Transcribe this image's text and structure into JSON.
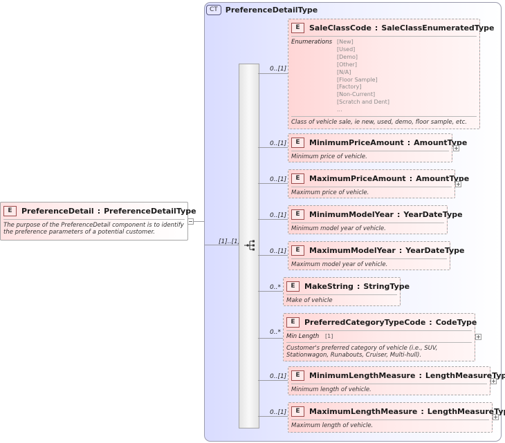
{
  "complex_type": {
    "badge": "CT",
    "name": "PreferenceDetailType"
  },
  "root": {
    "badge": "E",
    "name": "PreferenceDetail",
    "separator": ":",
    "type": "PreferenceDetailType",
    "description": "The purpose of the PreferenceDetail component is to identify the preference parameters of a potential customer.",
    "sequence_multiplicity": "[1]..[1]"
  },
  "elements": [
    {
      "badge": "E",
      "name": "SaleClassCode",
      "type": "SaleClassEnumeratedType",
      "multiplicity": "0..[1]",
      "facet_label": "Enumerations",
      "enumerations": [
        "[New]",
        "[Used]",
        "[Demo]",
        "[Other]",
        "[N/A]",
        "[Floor Sample]",
        "[Factory]",
        "[Non-Current]",
        "[Scratch and Dent]",
        "..."
      ],
      "description": "Class of vehicle sale, ie new, used, demo, floor sample, etc."
    },
    {
      "badge": "E",
      "name": "MinimumPriceAmount",
      "type": "AmountType",
      "multiplicity": "0..[1]",
      "description": "Minimum price of vehicle."
    },
    {
      "badge": "E",
      "name": "MaximumPriceAmount",
      "type": "AmountType",
      "multiplicity": "0..[1]",
      "description": "Maximum price of vehicle."
    },
    {
      "badge": "E",
      "name": "MinimumModelYear",
      "type": "YearDateType",
      "multiplicity": "0..[1]",
      "description": "Minimum model year of vehicle."
    },
    {
      "badge": "E",
      "name": "MaximumModelYear",
      "type": "YearDateType",
      "multiplicity": "0..[1]",
      "description": "Maximum model year of vehicle."
    },
    {
      "badge": "E",
      "name": "MakeString",
      "type": "StringType",
      "multiplicity": "0..*",
      "description": "Make of vehicle"
    },
    {
      "badge": "E",
      "name": "PreferredCategoryTypeCode",
      "type": "CodeType",
      "multiplicity": "0..*",
      "facet_label": "Min Length",
      "facet_value": "[1]",
      "description": "Customer's preferred category of vehicle (i.e., SUV, Stationwagon, Runabouts, Cruiser, Multi-hull)."
    },
    {
      "badge": "E",
      "name": "MinimumLengthMeasure",
      "type": "LengthMeasureType",
      "multiplicity": "0..[1]",
      "description": "Minimum length of vehicle."
    },
    {
      "badge": "E",
      "name": "MaximumLengthMeasure",
      "type": "LengthMeasureType",
      "multiplicity": "0..[1]",
      "description": "Maximum length of vehicle."
    }
  ]
}
